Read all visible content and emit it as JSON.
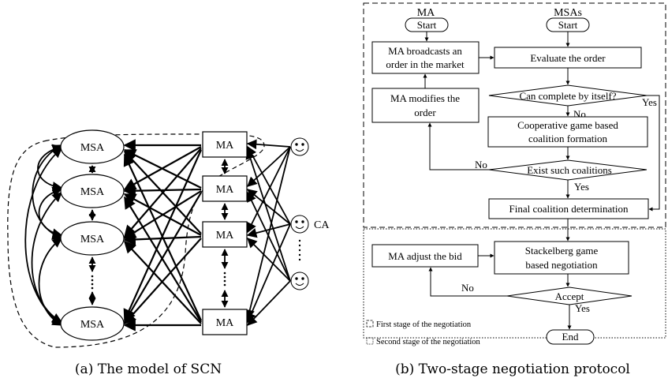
{
  "left_panel": {
    "caption": "(a) The model of SCN",
    "msa_label": "MSA",
    "ma_label": "MA",
    "ca_label": "CA"
  },
  "right_panel": {
    "caption": "(b) Two-stage negotiation protocol",
    "col_ma": "MA",
    "col_msas": "MSAs",
    "start_ma": "Start",
    "start_msas": "Start",
    "ma_broadcast_line1": "MA broadcasts  an",
    "ma_broadcast_line2": "order in the market",
    "evaluate": "Evaluate the order",
    "can_complete": "Can complete by itself?",
    "no_1": "No",
    "yes_1": "Yes",
    "ma_modifies_line1": "MA modifies the",
    "ma_modifies_line2": "order",
    "coop_line1": "Cooperative game based",
    "coop_line2": "coalition formation",
    "no_2": "No",
    "exist": "Exist such coalitions",
    "yes_2": "Yes",
    "final": "Final coalition determination",
    "ma_adjust": "MA adjust the bid",
    "stack_line1": "Stackelberg game",
    "stack_line2": "based negotiation",
    "no_3": "No",
    "accept": "Accept",
    "yes_3": "Yes",
    "end": "End",
    "legend_first": "First stage of the negotiation",
    "legend_second": "Second stage of the negotiation"
  }
}
